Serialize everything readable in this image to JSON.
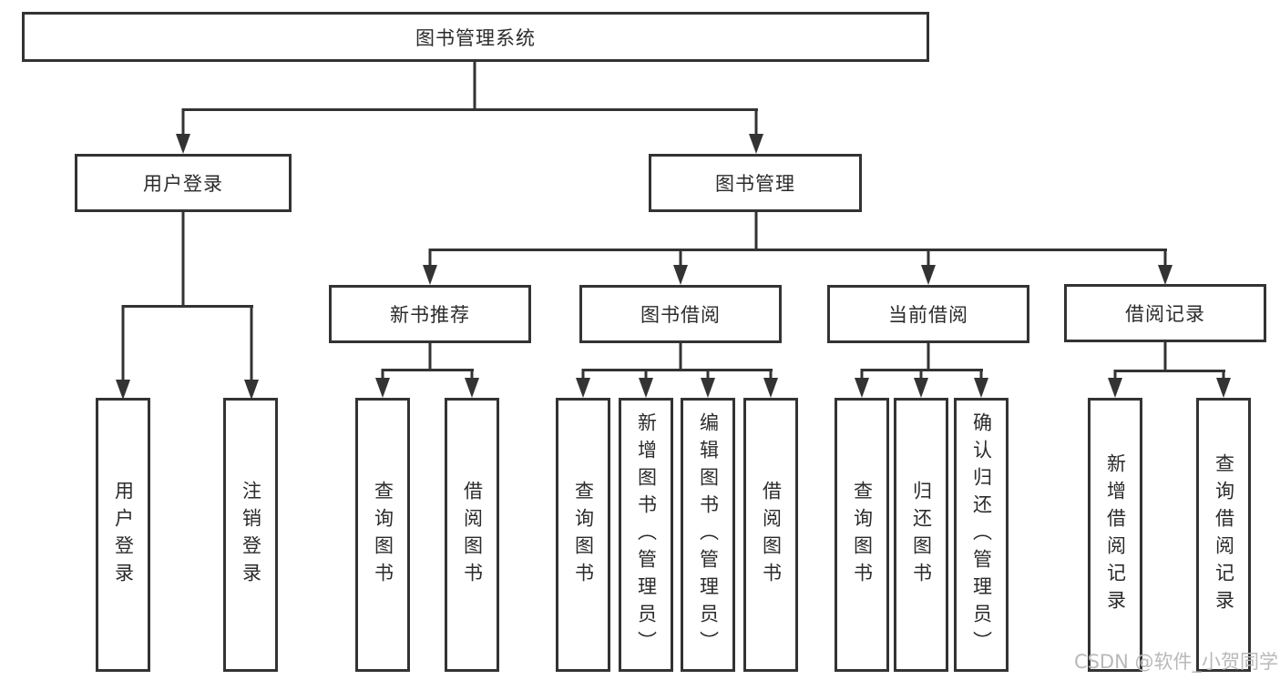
{
  "tree": {
    "root": {
      "label": "图书管理系统"
    },
    "branches": [
      {
        "label": "用户登录",
        "children": [
          {
            "label": "用户登录"
          },
          {
            "label": "注销登录"
          }
        ]
      },
      {
        "label": "图书管理",
        "groups": [
          {
            "label": "新书推荐",
            "children": [
              {
                "label": "查询图书"
              },
              {
                "label": "借阅图书"
              }
            ]
          },
          {
            "label": "图书借阅",
            "children": [
              {
                "label": "查询图书"
              },
              {
                "label": "新增图书（管理员）"
              },
              {
                "label": "编辑图书（管理员）"
              },
              {
                "label": "借阅图书"
              }
            ]
          },
          {
            "label": "当前借阅",
            "children": [
              {
                "label": "查询图书"
              },
              {
                "label": "归还图书"
              },
              {
                "label": "确认归还（管理员）"
              }
            ]
          },
          {
            "label": "借阅记录",
            "children": [
              {
                "label": "新增借阅记录"
              },
              {
                "label": "查询借阅记录"
              }
            ]
          }
        ]
      }
    ]
  },
  "watermark": "CSDN @软件_小贺同学",
  "colors": {
    "line": "#333333",
    "box_background": "#ffffff",
    "text": "#2b2b2b",
    "watermark": "#b9b9b9"
  }
}
